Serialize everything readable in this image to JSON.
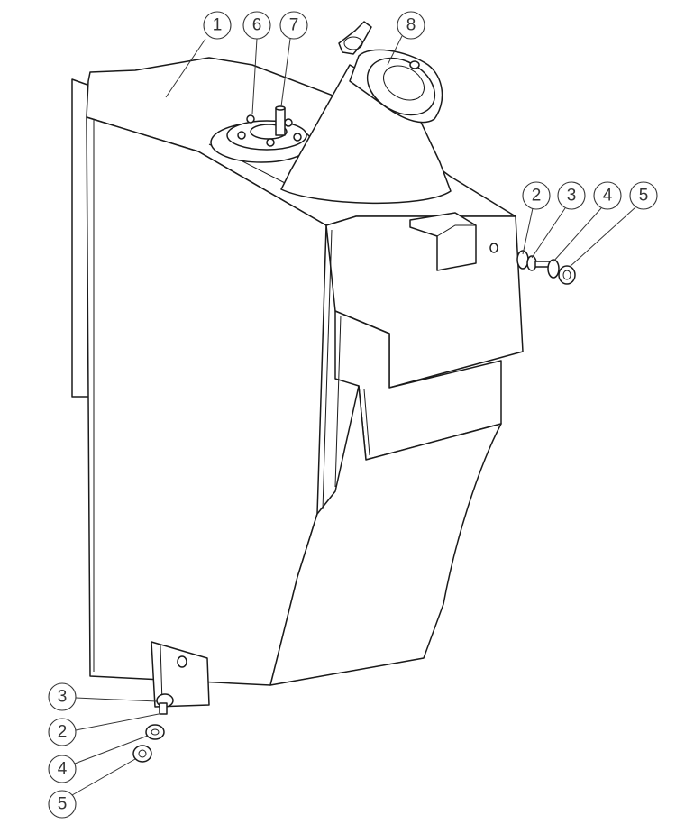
{
  "callouts": {
    "c1": "1",
    "c6": "6",
    "c7": "7",
    "c8": "8",
    "c2_right": "2",
    "c3_right": "3",
    "c4_right": "4",
    "c5_right": "5",
    "c3_bottom": "3",
    "c2_bottom": "2",
    "c4_bottom": "4",
    "c5_bottom": "5"
  }
}
